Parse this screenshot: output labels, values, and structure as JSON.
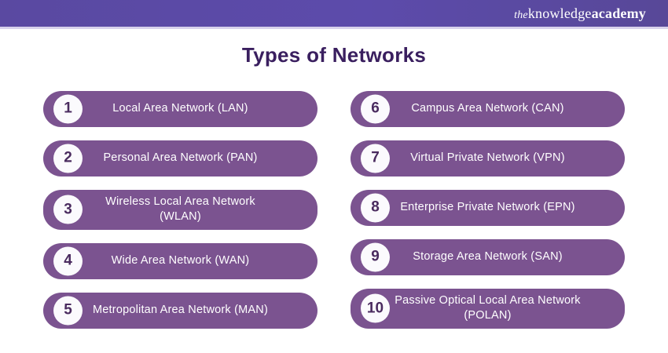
{
  "header": {
    "logo": {
      "the": "the",
      "knowledge": "knowledge",
      "academy": "academy"
    }
  },
  "title": "Types of Networks",
  "items": [
    {
      "number": "1",
      "label": "Local Area Network (LAN)"
    },
    {
      "number": "2",
      "label": "Personal Area Network (PAN)"
    },
    {
      "number": "3",
      "label": "Wireless Local Area Network (WLAN)"
    },
    {
      "number": "4",
      "label": "Wide Area Network (WAN)"
    },
    {
      "number": "5",
      "label": "Metropolitan Area Network (MAN)"
    },
    {
      "number": "6",
      "label": "Campus Area Network (CAN)"
    },
    {
      "number": "7",
      "label": "Virtual Private Network (VPN)"
    },
    {
      "number": "8",
      "label": "Enterprise Private Network (EPN)"
    },
    {
      "number": "9",
      "label": "Storage Area Network (SAN)"
    },
    {
      "number": "10",
      "label": "Passive Optical Local Area Network (POLAN)"
    }
  ],
  "colors": {
    "header_bg": "#5B4AA6",
    "header_border": "#D8D2EC",
    "pill_bg": "#7B5390",
    "title_color": "#3A1F5F",
    "number_color": "#4A2B5F",
    "circle_bg": "#FBFAFD",
    "pill_text": "#FFFFFF"
  }
}
